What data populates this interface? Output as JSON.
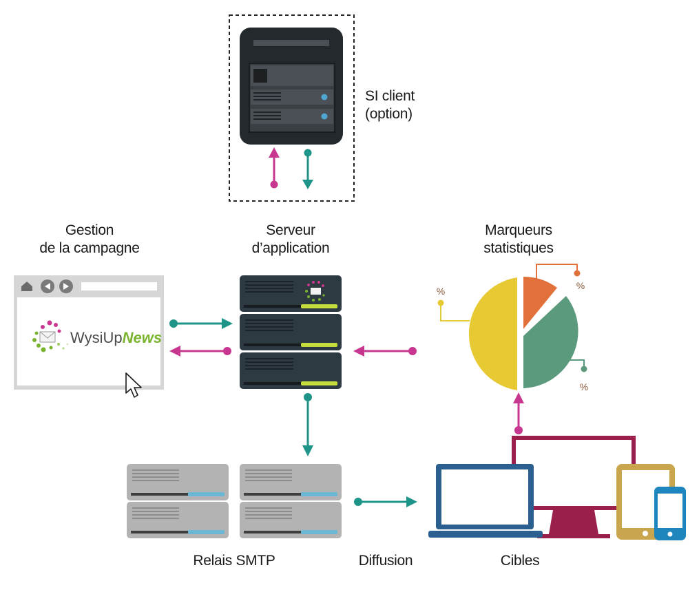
{
  "labels": {
    "si_client": [
      "SI client",
      "(option)"
    ],
    "gestion": [
      "Gestion",
      "de la campagne"
    ],
    "serveur": [
      "Serveur",
      "d’application"
    ],
    "marqueurs": [
      "Marqueurs",
      "statistiques"
    ],
    "relais": "Relais SMTP",
    "diffusion": "Diffusion",
    "cibles": "Cibles"
  },
  "logo": {
    "part1": "WysiUp",
    "part2": "News"
  },
  "pie_marks": {
    "orange": "%",
    "yellow": "%",
    "green": "%"
  },
  "colors": {
    "teal": "#1f9488",
    "magenta": "#c8378f",
    "server_dark": "#2e3a42",
    "server_lime": "#c4dc3c",
    "relay_gray": "#b3b3b3",
    "relay_blue": "#6ab7d6",
    "pie_yellow": "#e6c933",
    "pie_orange": "#e2703a",
    "pie_green": "#5c9a7d",
    "monitor_red": "#9a1f4d",
    "laptop_blue": "#2a5f8f",
    "tablet_gold": "#c9a54e",
    "phone_blue": "#1f86bd"
  }
}
